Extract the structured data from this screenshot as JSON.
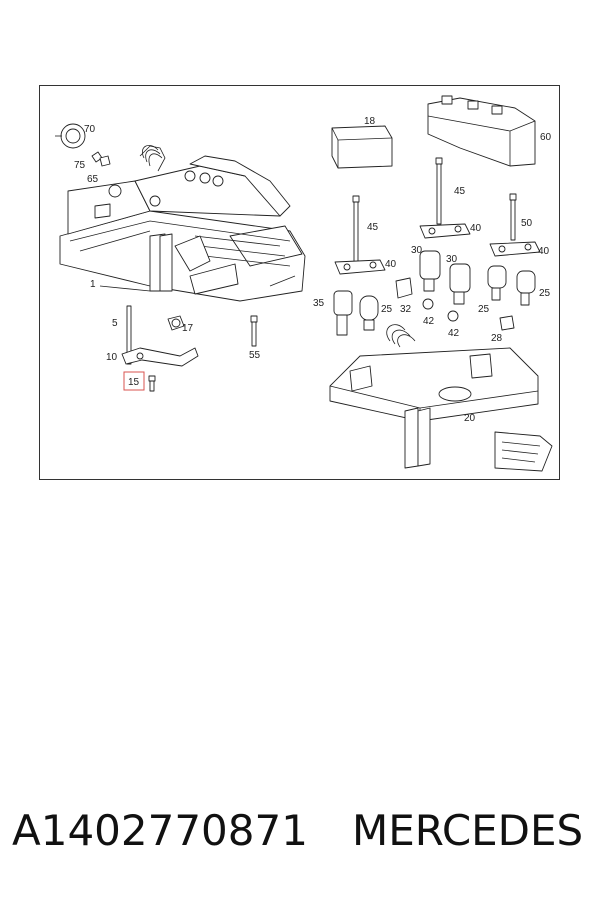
{
  "diagram": {
    "callouts": {
      "c70": "70",
      "c75": "75",
      "c65": "65",
      "c1": "1",
      "c5": "5",
      "c17": "17",
      "c10": "10",
      "c15": "15",
      "c55": "55",
      "c18": "18",
      "c60": "60",
      "c45a": "45",
      "c45b": "45",
      "c50": "50",
      "c40a": "40",
      "c40b": "40",
      "c40c": "40",
      "c30a": "30",
      "c30b": "30",
      "c35": "35",
      "c25a": "25",
      "c32": "32",
      "c42a": "42",
      "c42b": "42",
      "c25b": "25",
      "c25c": "25",
      "c28": "28",
      "c20": "20"
    },
    "highlight_color": "#d9534f"
  },
  "footer": {
    "part_number": "A1402770871",
    "brand": "MERCEDES"
  }
}
